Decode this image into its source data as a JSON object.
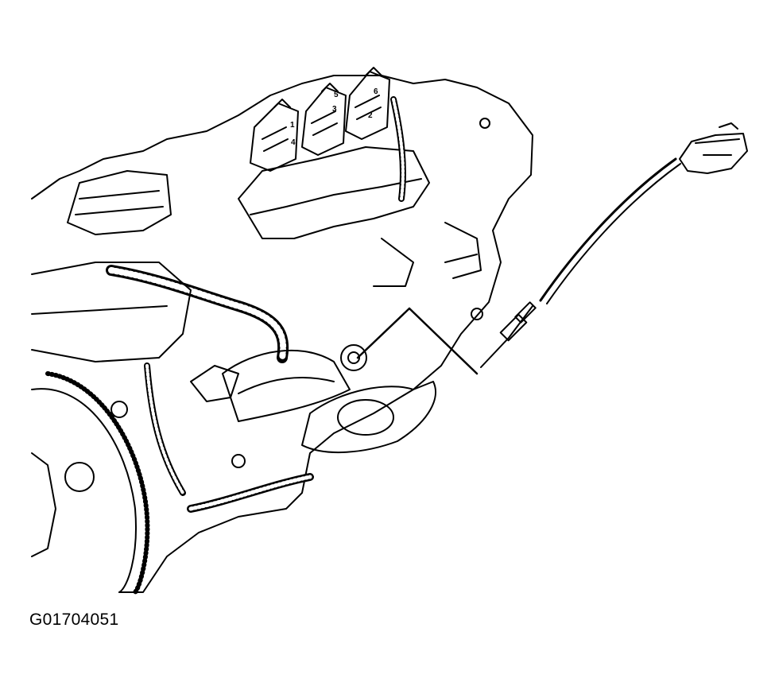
{
  "figure": {
    "code": "G01704051",
    "cylinder_labels": [
      "1",
      "2",
      "3",
      "4",
      "5",
      "6"
    ]
  },
  "colors": {
    "ink": "#000000",
    "paper": "#ffffff"
  }
}
